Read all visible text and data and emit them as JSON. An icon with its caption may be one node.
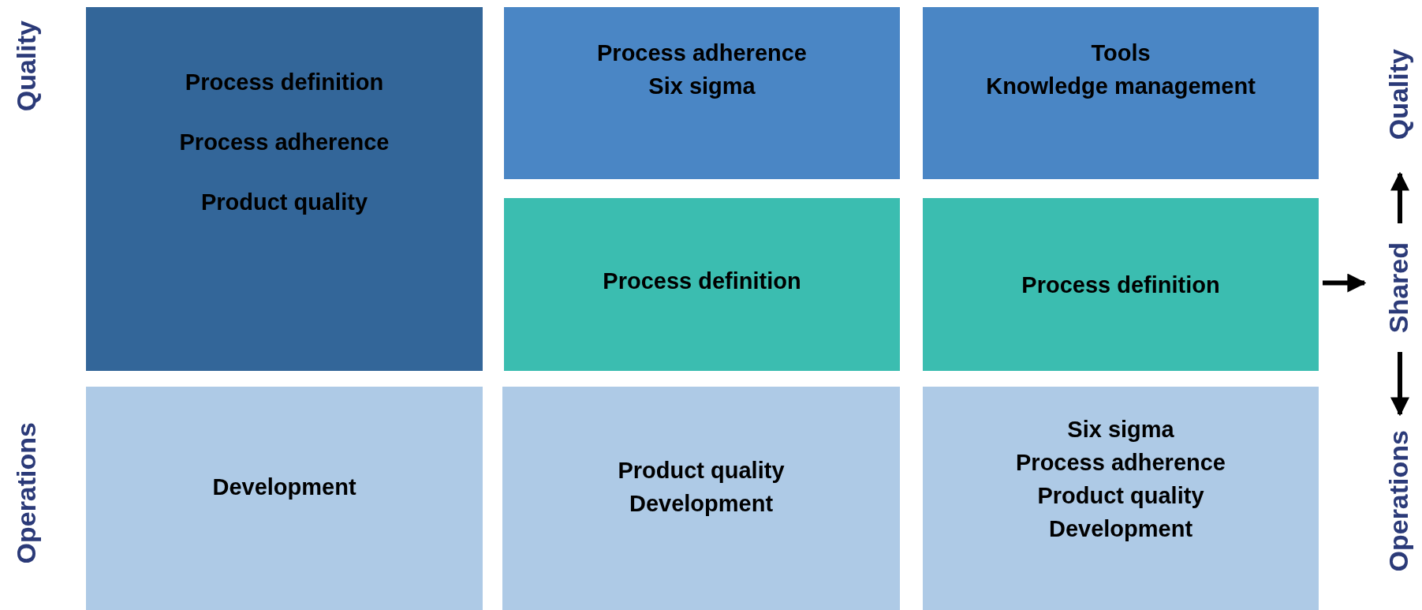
{
  "diagram": {
    "nodes": [
      {
        "text": [
          "Process definition",
          "Process adherence",
          "Product quality"
        ]
      },
      {
        "text": [
          "Process adherence",
          "Six sigma"
        ]
      },
      {
        "text": [
          "Tools",
          "Knowledge management"
        ]
      },
      {
        "text": [
          "Process definition"
        ]
      },
      {
        "text": [
          "Process definition"
        ]
      },
      {
        "text": [
          "Development"
        ]
      },
      {
        "text": [
          "Product quality",
          "Development"
        ]
      },
      {
        "text": [
          "Six sigma",
          "Process adherence",
          "Product quality",
          "Development"
        ]
      },
      {
        "text": [
          "Quality"
        ]
      },
      {
        "text": [
          "Shared"
        ]
      },
      {
        "text": [
          "Operations"
        ]
      }
    ],
    "edges": [
      {
        "from": 4,
        "to": 9,
        "arrow": "to"
      },
      {
        "from": 9,
        "to": 8,
        "arrow": "to"
      },
      {
        "from": 9,
        "to": 10,
        "arrow": "to"
      }
    ],
    "labels": [
      "Quality",
      "Operations"
    ]
  }
}
